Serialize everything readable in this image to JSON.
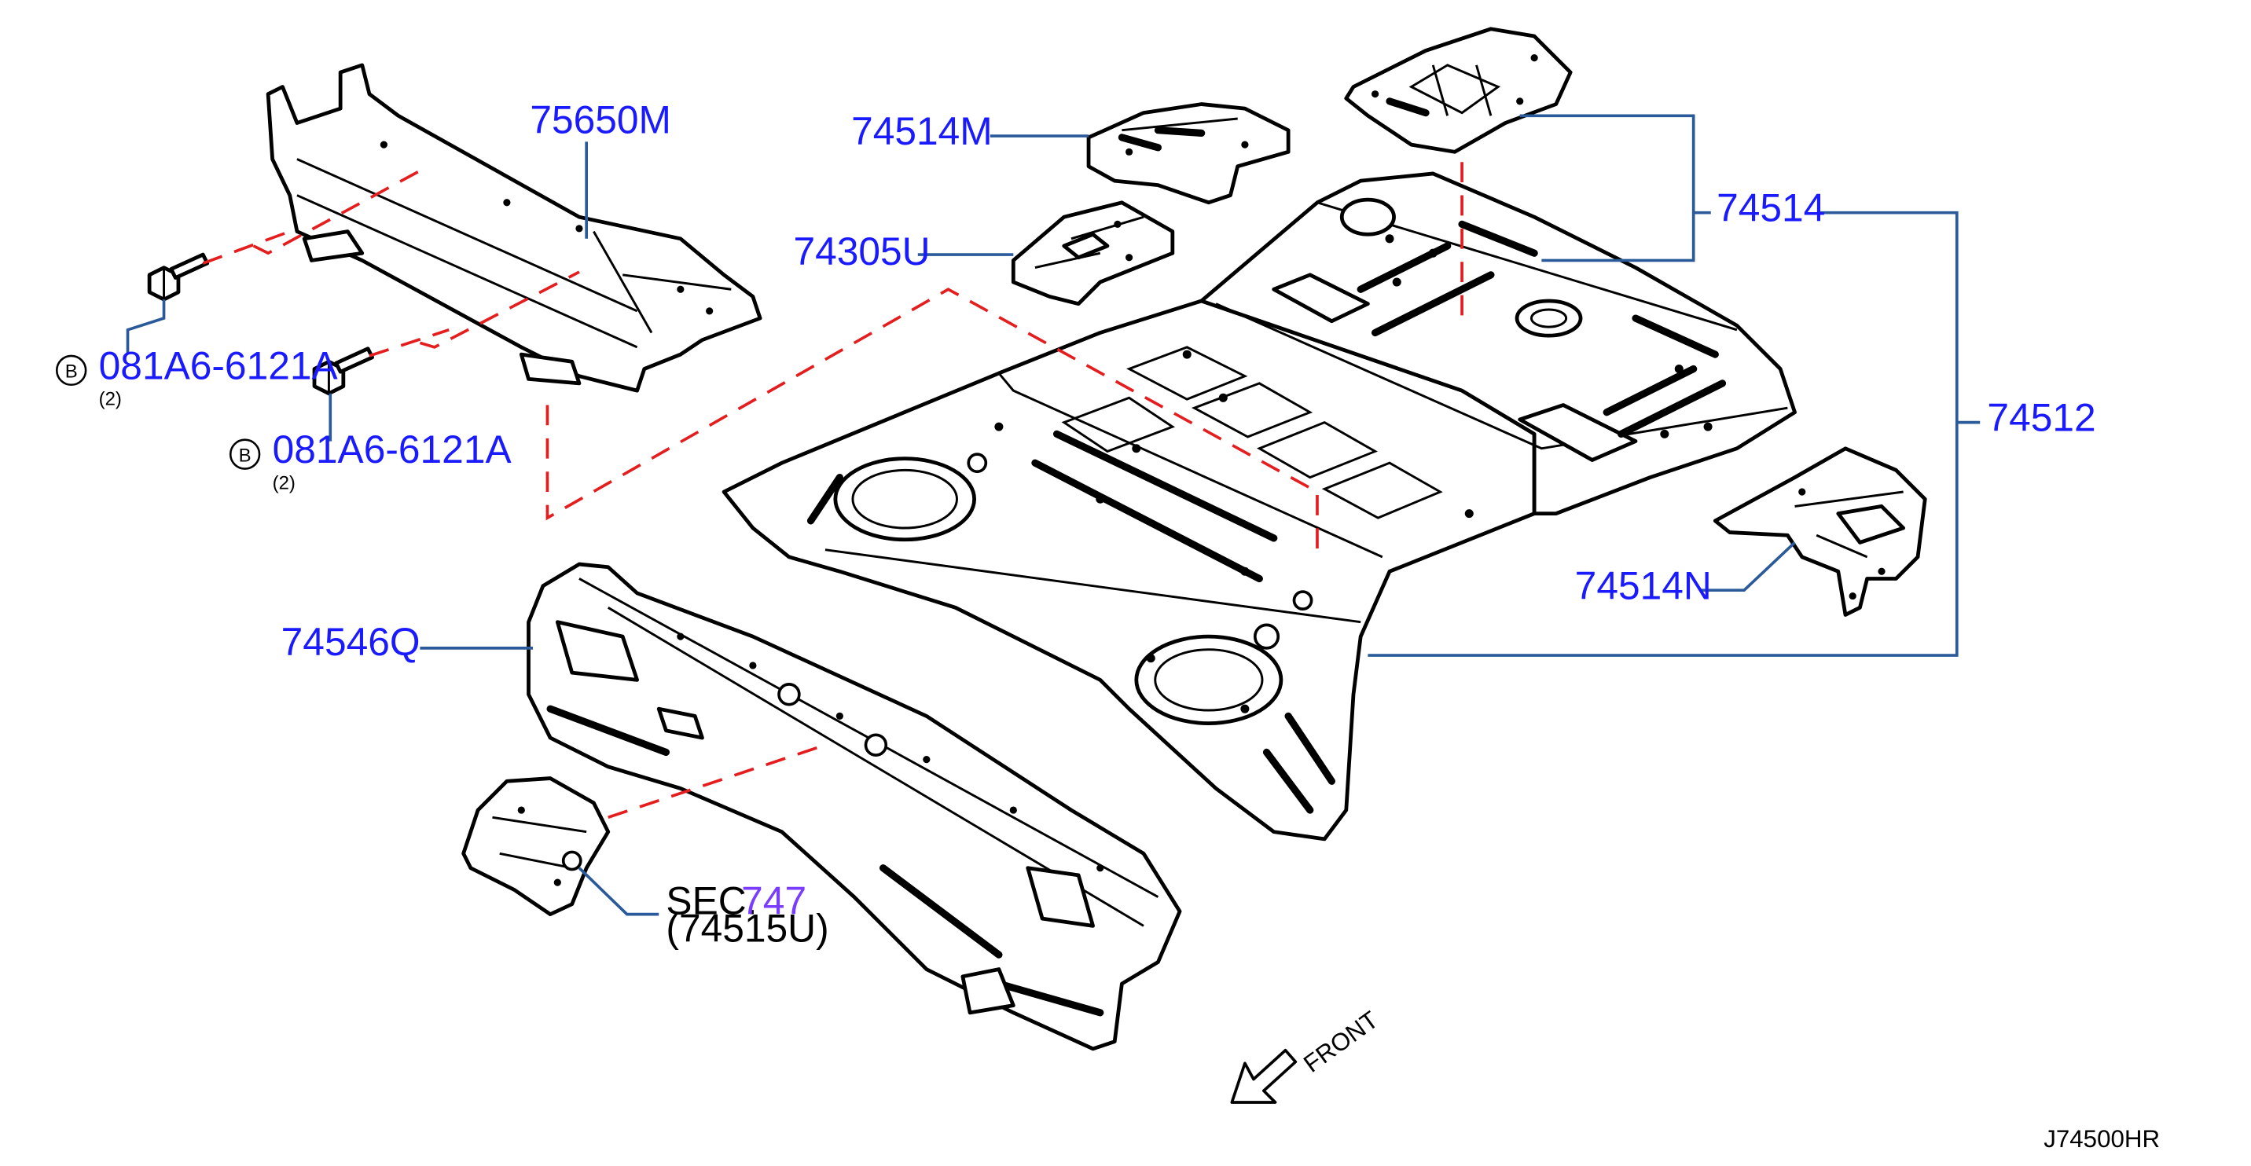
{
  "title": "",
  "diagram_id": "J74500HR",
  "labels": {
    "p75650M": "75650M",
    "p74514M": "74514M",
    "p74305U": "74305U",
    "p74514": "74514",
    "p74512": "74512",
    "p74514N": "74514N",
    "p74546Q": "74546Q",
    "bolt1_part": "081A6-6121A",
    "bolt1_qty": "(2)",
    "bolt2_part": "081A6-6121A",
    "bolt2_qty": "(2)",
    "bolt_mark": "B",
    "sec_prefix": "SEC.",
    "sec_number": "747",
    "sec_sub": "(74515U)",
    "front": "FRONT"
  },
  "colors": {
    "callout_text": "#1a1aff",
    "section_ref": "#7a3cff",
    "leader_lines": "#2a5a9a",
    "phantom_lines": "#e41e1e"
  }
}
